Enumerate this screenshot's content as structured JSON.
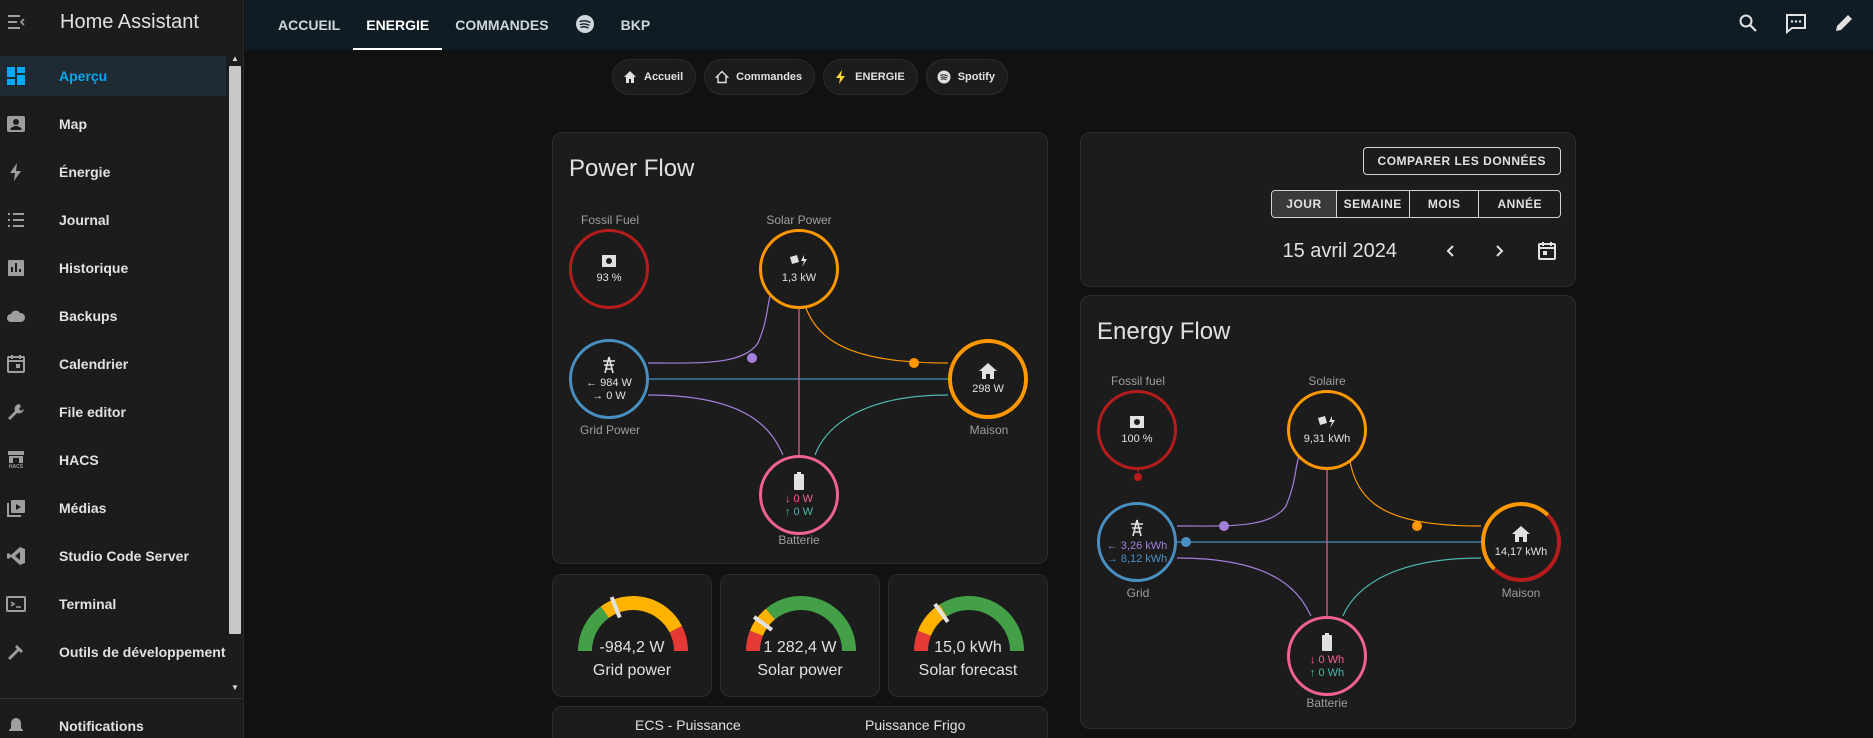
{
  "app": {
    "title": "Home Assistant"
  },
  "sidebar": {
    "items": [
      {
        "label": "Aperçu",
        "icon": "dashboard-icon",
        "active": true
      },
      {
        "label": "Map",
        "icon": "map-icon"
      },
      {
        "label": "Énergie",
        "icon": "lightning-icon"
      },
      {
        "label": "Journal",
        "icon": "list-icon"
      },
      {
        "label": "Historique",
        "icon": "chart-icon"
      },
      {
        "label": "Backups",
        "icon": "cloud-icon"
      },
      {
        "label": "Calendrier",
        "icon": "calendar-icon"
      },
      {
        "label": "File editor",
        "icon": "wrench-icon"
      },
      {
        "label": "HACS",
        "icon": "hacs-icon"
      },
      {
        "label": "Médias",
        "icon": "media-icon"
      },
      {
        "label": "Studio Code Server",
        "icon": "vscode-icon"
      },
      {
        "label": "Terminal",
        "icon": "terminal-icon"
      },
      {
        "label": "Outils de développement",
        "icon": "hammer-icon"
      }
    ],
    "notifications": "Notifications",
    "hacs_sub": "HACS"
  },
  "topbar": {
    "tabs": [
      {
        "label": "ACCUEIL"
      },
      {
        "label": "ENERGIE",
        "active": true
      },
      {
        "label": "COMMANDES"
      },
      {
        "label": "",
        "icon": "spotify-icon"
      },
      {
        "label": "BKP"
      }
    ]
  },
  "chips": [
    {
      "label": "Accueil",
      "icon": "home-icon"
    },
    {
      "label": "Commandes",
      "icon": "home-outline-icon"
    },
    {
      "label": "ENERGIE",
      "icon": "lightning-icon",
      "color": "#fdd835"
    },
    {
      "label": "Spotify",
      "icon": "spotify-icon"
    }
  ],
  "power_flow": {
    "title": "Power Flow",
    "fossil": {
      "label": "Fossil Fuel",
      "value": "93 %"
    },
    "solar": {
      "label": "Solar Power",
      "value": "1,3 kW"
    },
    "grid": {
      "label": "Grid Power",
      "in": "984 W",
      "out": "0 W"
    },
    "home": {
      "label": "Maison",
      "value": "298 W"
    },
    "battery": {
      "label": "Batterie",
      "in": "0 W",
      "out": "0 W"
    }
  },
  "controls": {
    "compare": "COMPARER LES DONNÉES",
    "periods": [
      "JOUR",
      "SEMAINE",
      "MOIS",
      "ANNÉE"
    ],
    "date": "15 avril 2024"
  },
  "energy_flow": {
    "title": "Energy Flow",
    "fossil": {
      "label": "Fossil fuel",
      "value": "100 %"
    },
    "solar": {
      "label": "Solaire",
      "value": "9,31 kWh"
    },
    "grid": {
      "label": "Grid",
      "in": "3,26 kWh",
      "out": "8,12 kWh"
    },
    "home": {
      "label": "Maison",
      "value": "14,17 kWh"
    },
    "battery": {
      "label": "Batterie",
      "in": "0 Wh",
      "out": "0 Wh"
    }
  },
  "gauges": [
    {
      "name": "Grid power",
      "value": "-984,2 W",
      "needle": 0.38
    },
    {
      "name": "Solar power",
      "value": "1 282,4 W",
      "needle": 0.2
    },
    {
      "name": "Solar forecast",
      "value": "15,0 kWh",
      "needle": 0.3
    }
  ],
  "bottom_labels": [
    "ECS - Puissance",
    "Puissance Frigo"
  ],
  "colors": {
    "fossil": "#b71c1c",
    "solar": "#ff9800",
    "grid": "#488fc2",
    "home": "#ff9800",
    "battery": "#f06292",
    "battery_out": "#4db6ac",
    "grid_in": "#a280db",
    "accent": "#03a9f4"
  }
}
